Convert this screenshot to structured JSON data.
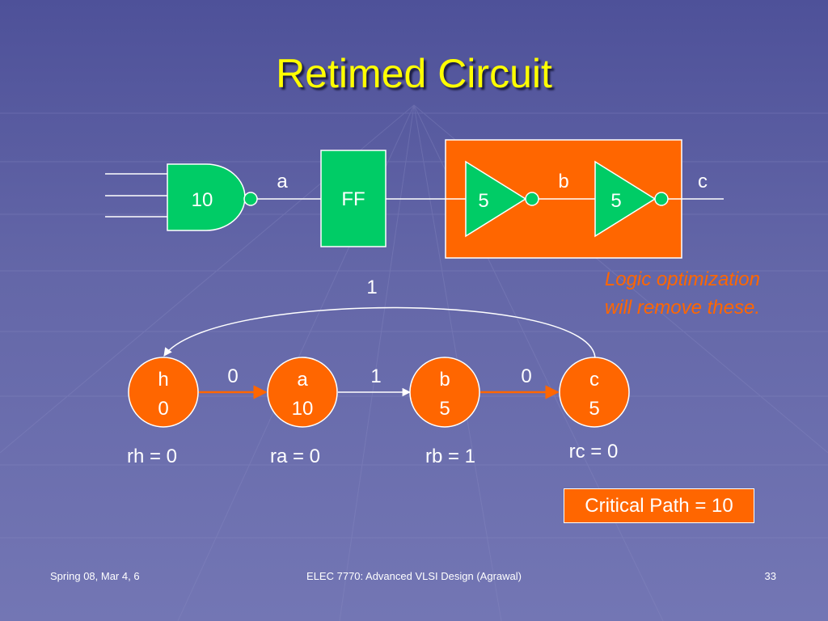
{
  "slide": {
    "title": "Retimed Circuit",
    "note_lines": [
      "Logic optimization",
      "will remove these."
    ],
    "critical_path": "Critical Path = 10",
    "footer": {
      "left": "Spring 08, Mar 4, 6",
      "center": "ELEC 7770: Advanced VLSI Design (Agrawal)",
      "page": "33"
    }
  },
  "circuit": {
    "gate_delay": "10",
    "ff_label": "FF",
    "inverter1_delay": "5",
    "inverter2_delay": "5",
    "wire_a": "a",
    "wire_b": "b",
    "wire_c": "c"
  },
  "graph": {
    "nodes": [
      {
        "name": "h",
        "delay": "0",
        "retiming": "rh = 0"
      },
      {
        "name": "a",
        "delay": "10",
        "retiming": "ra = 0"
      },
      {
        "name": "b",
        "delay": "5",
        "retiming": "rb = 1"
      },
      {
        "name": "c",
        "delay": "5",
        "retiming": "rc = 0"
      }
    ],
    "edge_weights": {
      "h_a": "0",
      "a_b": "1",
      "b_c": "0",
      "c_h": "1"
    }
  },
  "colors": {
    "title": "#ffff00",
    "gate_green": "#00cc66",
    "orange": "#ff6600",
    "background": "#5b5ea3"
  }
}
